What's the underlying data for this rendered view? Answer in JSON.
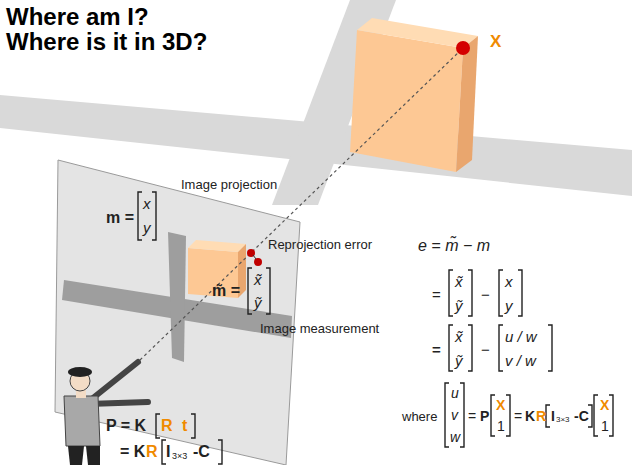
{
  "diagram": {
    "title": "Where am I? Where is it in 3D?",
    "labels": [
      "X",
      "Image projection",
      "m =",
      "x",
      "y",
      "Reprojection error",
      "m̃ =",
      "x̃",
      "ỹ",
      "Image measurement",
      "e = m̃ − m",
      "=",
      "x̃",
      "ỹ",
      "−",
      "x",
      "y",
      "=",
      "x̃",
      "ỹ",
      "−",
      "u / w",
      "v / w",
      "where",
      "u",
      "v",
      "w",
      "=",
      "P",
      "X",
      "1",
      "=",
      "K",
      "R",
      "I",
      "3×3",
      "-C",
      "X",
      "1",
      "P = K",
      "R",
      "t",
      "= K",
      "R",
      "I",
      "3×3",
      "-C"
    ]
  }
}
